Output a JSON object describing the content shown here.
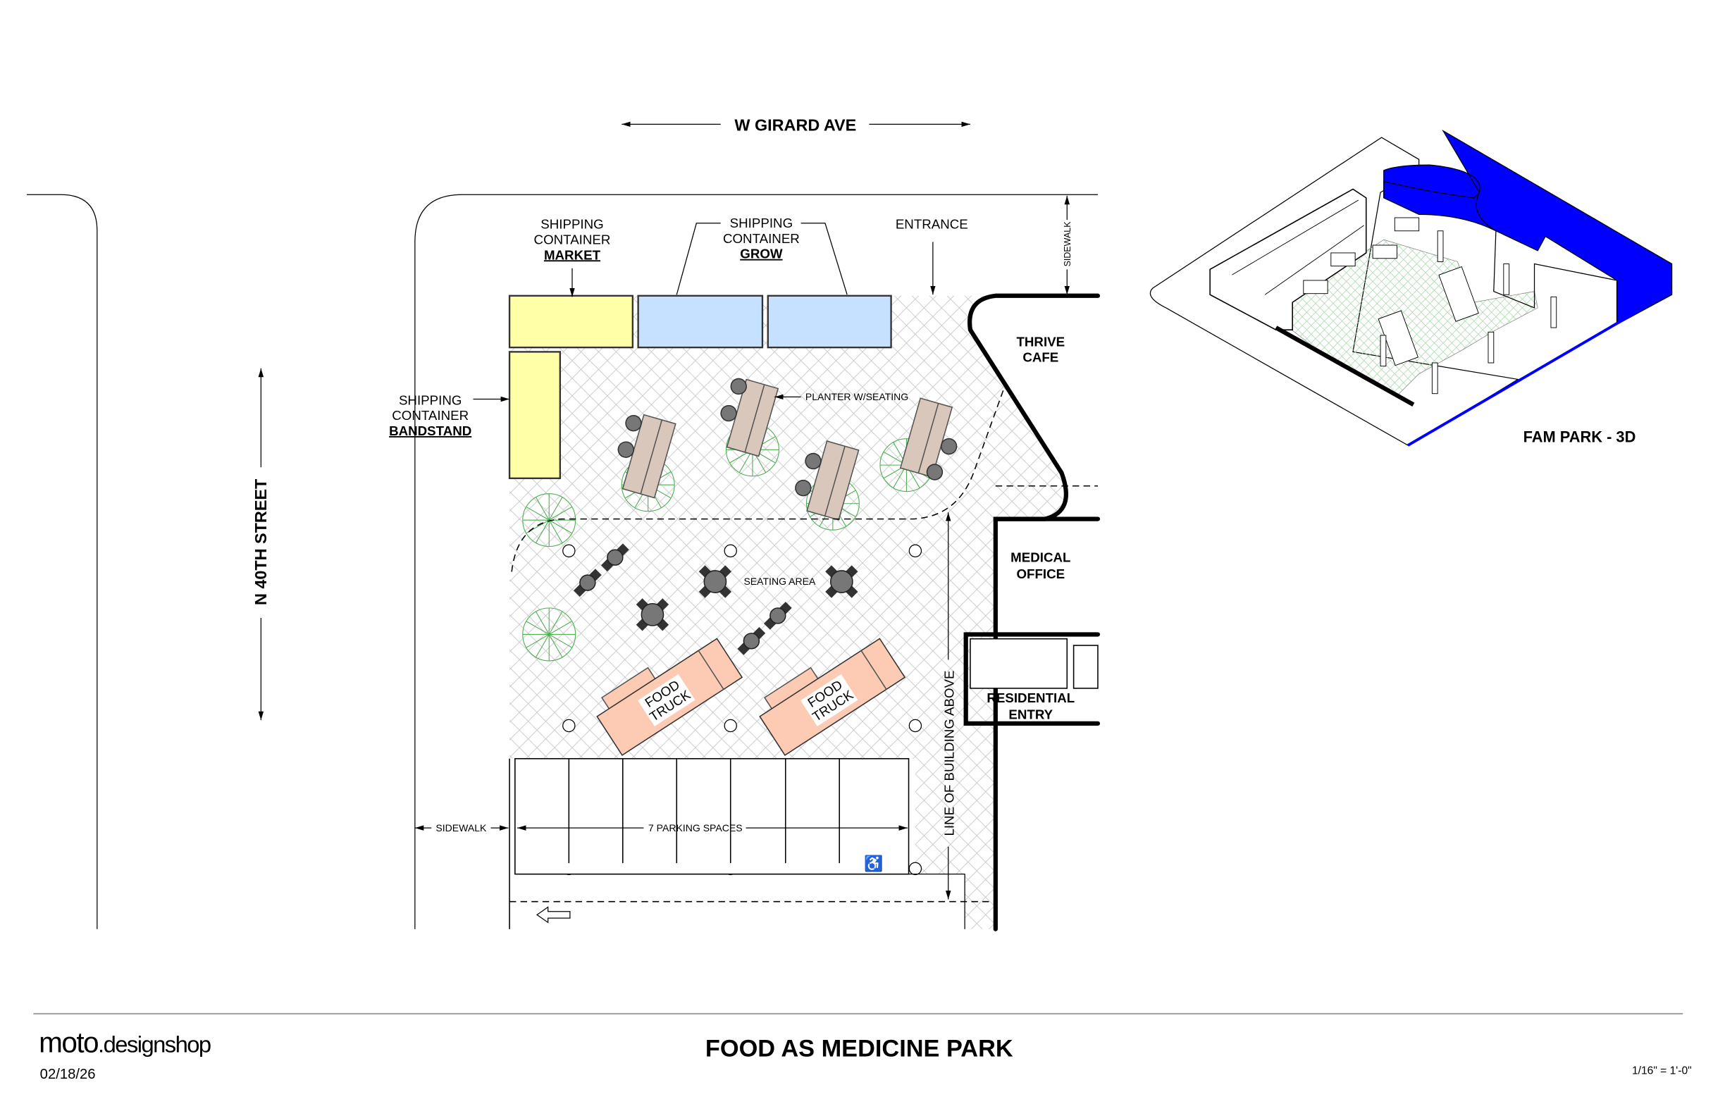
{
  "streets": {
    "north": "W GIRARD AVE",
    "west": "N 40TH STREET"
  },
  "labels": {
    "market": [
      "SHIPPING",
      "CONTAINER",
      "MARKET"
    ],
    "grow": [
      "SHIPPING",
      "CONTAINER",
      "GROW"
    ],
    "bandstand": [
      "SHIPPING",
      "CONTAINER",
      "BANDSTAND"
    ],
    "entrance": "ENTRANCE",
    "sidewalk_north": "SIDEWALK",
    "sidewalk_west": "SIDEWALK",
    "planter": "PLANTER W/SEATING",
    "seating": "SEATING AREA",
    "food_truck": [
      "FOOD",
      "TRUCK"
    ],
    "parking": "7 PARKING SPACES",
    "building_line": "LINE OF BUILDING ABOVE",
    "cafe": [
      "THRIVE",
      "CAFE"
    ],
    "medical": [
      "MEDICAL",
      "OFFICE"
    ],
    "residential": [
      "RESIDENTIAL",
      "ENTRY"
    ],
    "view_3d": "FAM PARK - 3D"
  },
  "footer": {
    "firm_main": "moto",
    "firm_rest": ".designshop",
    "date": "02/18/26",
    "title": "FOOD AS MEDICINE PARK",
    "scale": "1/16\" = 1'-0\""
  },
  "colors": {
    "market": "#ffffa8",
    "grow": "#c6e0ff",
    "planter": "#d8c7ba",
    "food_truck": "#fdcbb4",
    "building_3d": "#0000ff",
    "tree": "#4caf50"
  }
}
